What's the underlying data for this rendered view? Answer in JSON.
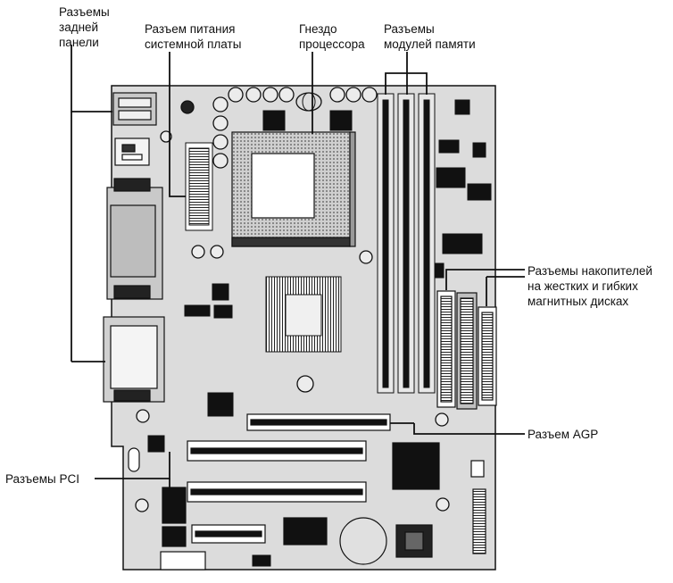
{
  "labels": {
    "rear_panel": "Разъемы\nзадней\nпанели",
    "power": "Разъем питания\nсистемной платы",
    "cpu_socket": "Гнездо\nпроцессора",
    "memory": "Разъемы\nмодулей памяти",
    "drives": "Разъемы накопителей\nна жестких и гибких\nмагнитных дисках",
    "agp": "Разъем AGP",
    "pci": "Разъемы PCI"
  },
  "colors": {
    "board": "#dcdcdc",
    "outline": "#111111",
    "dark": "#1a1a1a",
    "component": "#bdbdbd",
    "light": "#f2f2f2"
  }
}
